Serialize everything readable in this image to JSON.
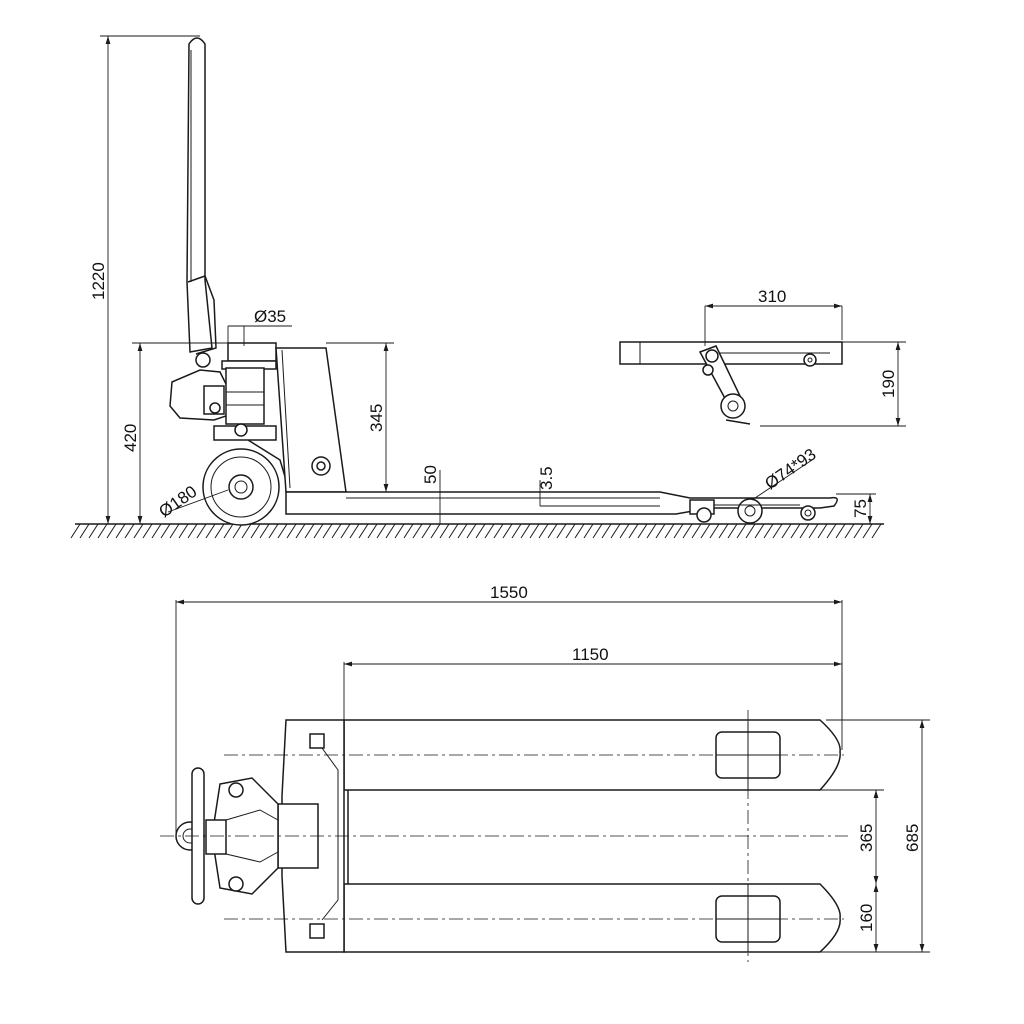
{
  "dimensions": {
    "handle_height": "1220",
    "total_height": "420",
    "wheel_diameter": "Ø180",
    "pump_diameter": "Ø35",
    "frame_height": "345",
    "fork_lowered": "50",
    "fork_tip": "3.5",
    "roller_size": "Ø74*93",
    "fork_tip_height": "75",
    "roller_detail_length": "310",
    "roller_detail_height": "190",
    "overall_length": "1550",
    "fork_length": "1150",
    "fork_spread": "365",
    "overall_width": "685",
    "fork_width": "160"
  }
}
